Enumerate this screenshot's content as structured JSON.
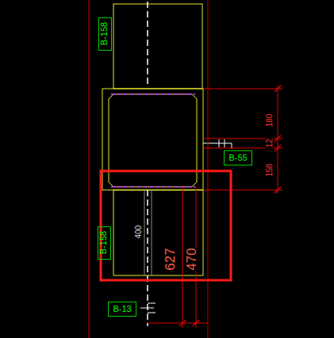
{
  "diagram": {
    "nodes": [
      {
        "text": [
          "B-158"
        ]
      },
      {
        "text": [
          "B-55"
        ]
      },
      {
        "text": [
          "B-158"
        ]
      },
      {
        "text": [
          "B-13"
        ]
      }
    ],
    "labels": [
      "180",
      "12",
      "158",
      "400",
      "627",
      "470"
    ]
  }
}
